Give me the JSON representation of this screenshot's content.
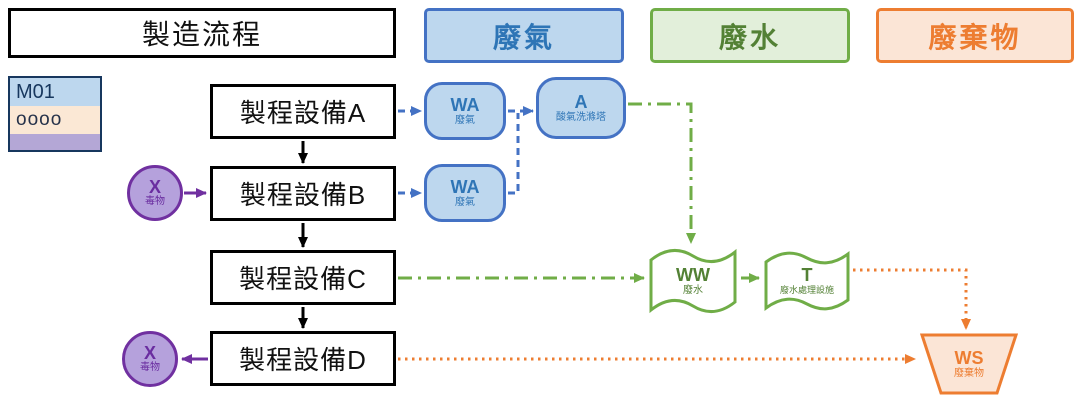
{
  "header": {
    "title": "製造流程",
    "gas": "廢氣",
    "water": "廢水",
    "waste": "廢棄物"
  },
  "legend_card": {
    "code": "M01",
    "placeholder": "oooo"
  },
  "equipment": [
    {
      "label": "製程設備A"
    },
    {
      "label": "製程設備B"
    },
    {
      "label": "製程設備C"
    },
    {
      "label": "製程設備D"
    }
  ],
  "toxin_in": {
    "symbol": "X",
    "label": "毒物"
  },
  "toxin_out": {
    "symbol": "X",
    "label": "毒物"
  },
  "gas_nodes": {
    "wa1": {
      "code": "WA",
      "label": "廢氣"
    },
    "scrubber": {
      "code": "A",
      "label": "酸氣洗滌塔"
    },
    "wa2": {
      "code": "WA",
      "label": "廢氣"
    }
  },
  "water_nodes": {
    "ww": {
      "code": "WW",
      "label": "廢水"
    },
    "treatment": {
      "code": "T",
      "label": "廢水處理設施"
    }
  },
  "waste_nodes": {
    "ws": {
      "code": "WS",
      "label": "廢棄物"
    }
  },
  "colors": {
    "gas_border": "#4472C4",
    "gas_fill": "#BDD7EE",
    "gas_text": "#2E75B6",
    "water_border": "#70AD47",
    "water_fill": "#E2EFDA",
    "water_text": "#538135",
    "waste_border": "#ED7D31",
    "waste_fill": "#FBE5D6",
    "toxin_border": "#7030A0",
    "toxin_fill": "#B5A1DC",
    "black": "#000000"
  }
}
